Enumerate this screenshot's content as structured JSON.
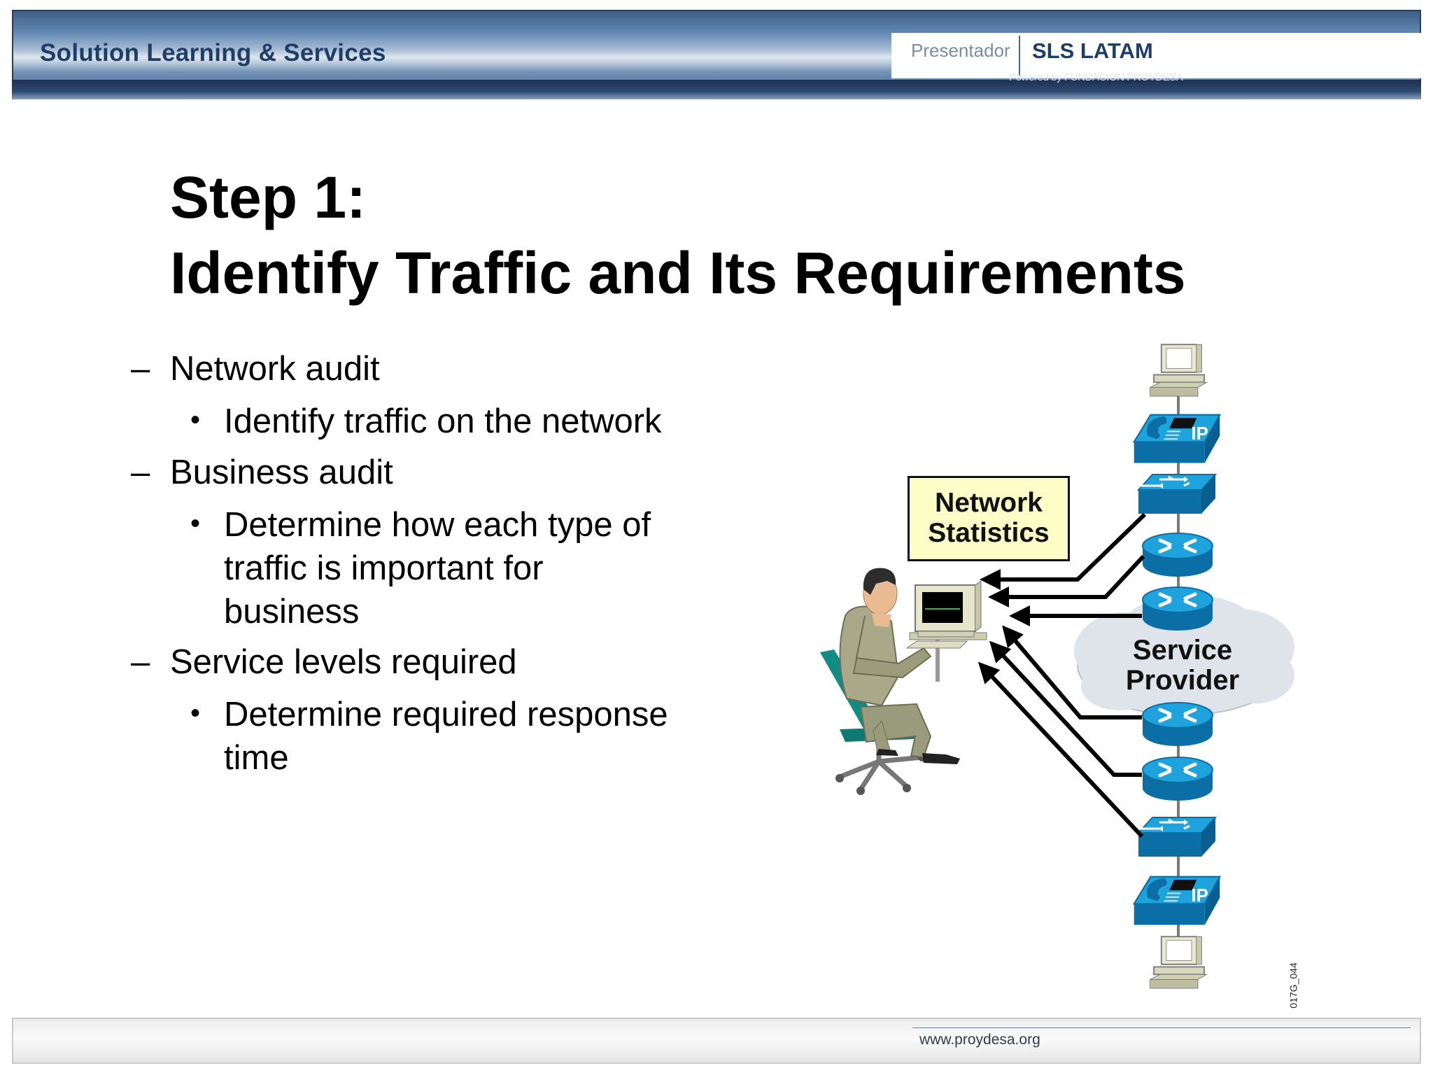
{
  "header": {
    "title": "Solution Learning & Services",
    "presenter_label": "Presentador",
    "brand": "SLS LATAM",
    "powered_by": "Powered by FUNDACIÓN PROYDESA"
  },
  "slide": {
    "title_line1": "Step 1:",
    "title_line2": "Identify Traffic and Its Requirements",
    "bullets": [
      {
        "text": "Network audit",
        "sub": [
          "Identify traffic on the network"
        ]
      },
      {
        "text": "Business audit",
        "sub": [
          "Determine how each type of",
          "traffic is important for",
          "business"
        ]
      },
      {
        "text": "Service levels required",
        "sub": [
          "Determine required response",
          "time"
        ]
      }
    ],
    "dash_mark": "–",
    "bullet_mark": "•"
  },
  "diagram": {
    "stats_box": [
      "Network",
      "Statistics"
    ],
    "cloud_label": [
      "Service",
      "Provider"
    ],
    "ip_label": "IP",
    "figure_code": "017G_044",
    "colors": {
      "device_blue": "#1fa3dc",
      "device_dark": "#0b6ea4",
      "cloud": "#dfe4ea",
      "box_fill": "#fdfdc7"
    }
  },
  "footer": {
    "url": "www.proydesa.org"
  }
}
